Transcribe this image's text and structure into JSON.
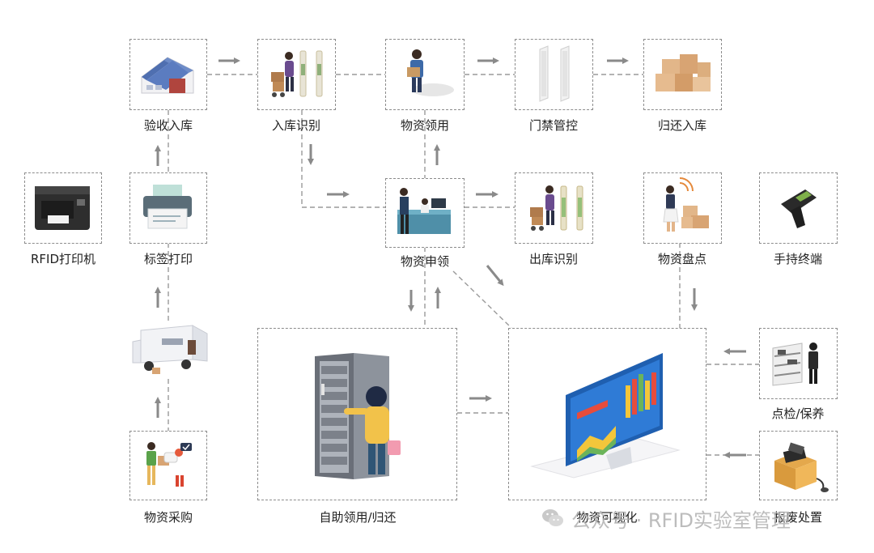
{
  "nodes": {
    "acceptance_storage": "验收入库",
    "inbound_identify": "入库识别",
    "material_requisition": "物资领用",
    "access_control": "门禁管控",
    "return_storage": "归还入库",
    "rfid_printer": "RFID打印机",
    "label_printing": "标签打印",
    "material_application": "物资申领",
    "outbound_identify": "出库识别",
    "material_inventory": "物资盘点",
    "handheld_terminal": "手持终端",
    "inspection_maintenance": "点检/保养",
    "scrap_disposal": "报废处置",
    "material_procurement": "物资采购",
    "self_service": "自助领用/归还",
    "material_visualization": "物资可视化"
  },
  "watermark": "公众号 · RFID实验室管理",
  "colors": {
    "arrow": "#8a8a8a",
    "dashed_line": "#9a9a9a",
    "box_border": "#8c8c8c"
  },
  "icons": {
    "acceptance_storage": "warehouse-icon",
    "inbound_identify": "rfid-gate-worker-icon",
    "material_requisition": "worker-carrying-box-icon",
    "access_control": "rfid-gate-icon",
    "return_storage": "stacked-boxes-icon",
    "rfid_printer": "rfid-printer-icon",
    "label_printing": "printer-icon",
    "material_application": "service-desk-icon",
    "outbound_identify": "rfid-gate-worker-icon",
    "material_inventory": "inventory-scanning-icon",
    "handheld_terminal": "handheld-reader-icon",
    "inspection_maintenance": "inspection-shelf-icon",
    "scrap_disposal": "scrap-box-icon",
    "material_procurement": "procurement-icon",
    "self_service": "smart-cabinet-icon",
    "material_visualization": "dashboard-monitor-icon",
    "delivery_truck": "delivery-truck-icon",
    "watermark_logo": "wechat-logo-icon"
  }
}
